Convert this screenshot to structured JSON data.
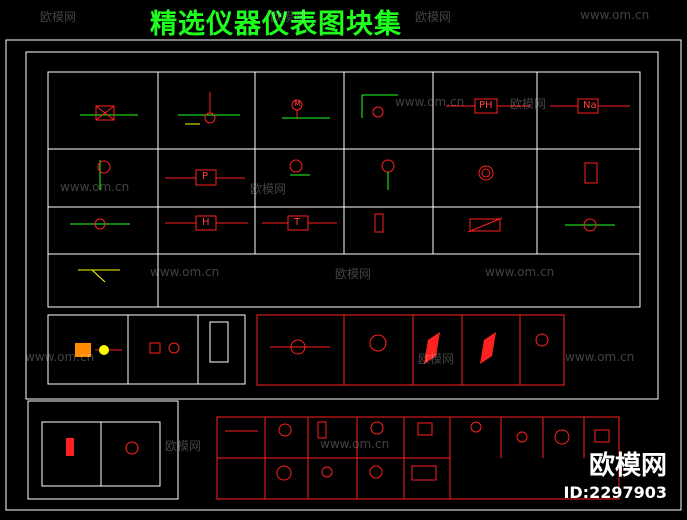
{
  "title": "精选仪器仪表图块集",
  "watermarks": {
    "brand": "欧模网",
    "url": "www.om.cn",
    "id": "ID:2297903"
  },
  "colors": {
    "frame": "#ffffff",
    "title": "#1eff1e",
    "symbol_red": "#ff2020",
    "symbol_green": "#20ff20",
    "label_blue": "#3a3aff"
  },
  "grid_symbols": [
    {
      "text": ""
    },
    {
      "text": ""
    },
    {
      "text": "M"
    },
    {
      "text": ""
    },
    {
      "text": "PH"
    },
    {
      "text": "Na"
    },
    {
      "text": ""
    },
    {
      "text": "P"
    },
    {
      "text": ""
    },
    {
      "text": ""
    },
    {
      "text": ""
    },
    {
      "text": ""
    },
    {
      "text": ""
    },
    {
      "text": "H"
    },
    {
      "text": "T"
    },
    {
      "text": ""
    },
    {
      "text": ""
    },
    {
      "text": ""
    },
    {
      "text": ""
    }
  ]
}
